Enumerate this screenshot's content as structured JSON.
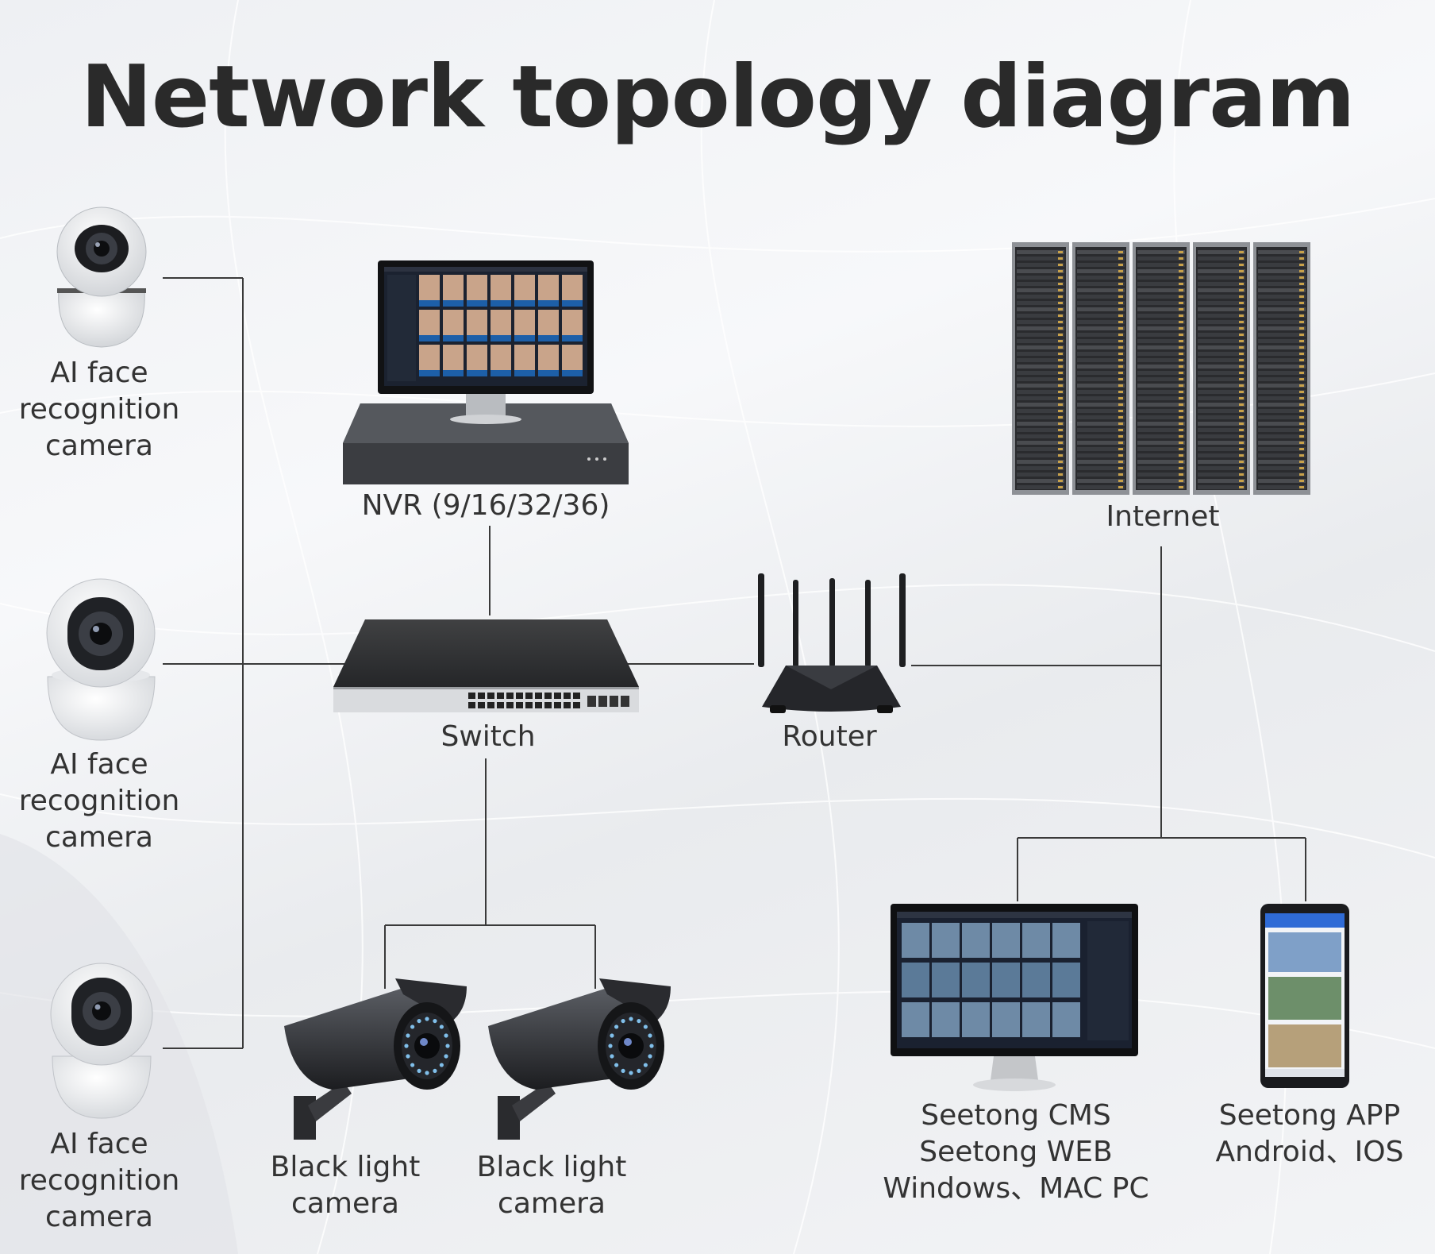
{
  "title": "Network topology diagram",
  "nodes": {
    "camera_top": "AI face recognition camera",
    "camera_mid": "AI face recognition camera",
    "camera_bottom": "AI face recognition camera",
    "nvr": "NVR (9/16/32/36)",
    "switch": "Switch",
    "router": "Router",
    "internet": "Internet",
    "blacklight_left": "Black light camera",
    "blacklight_right": "Black light camera",
    "cms_line1": "Seetong CMS",
    "cms_line2": "Seetong WEB",
    "cms_line3": "Windows、MAC PC",
    "app_line1": "Seetong APP",
    "app_line2": "Android、IOS"
  },
  "colors": {
    "wire": "#3a3a3a",
    "device_dark": "#2b2d30",
    "screen_blue": "#1d5fa8"
  },
  "icons": [
    "dome-camera-icon",
    "nvr-monitor-icon",
    "network-switch-icon",
    "wifi-router-icon",
    "server-rack-icon",
    "bullet-camera-icon",
    "desktop-monitor-icon",
    "smartphone-icon"
  ]
}
